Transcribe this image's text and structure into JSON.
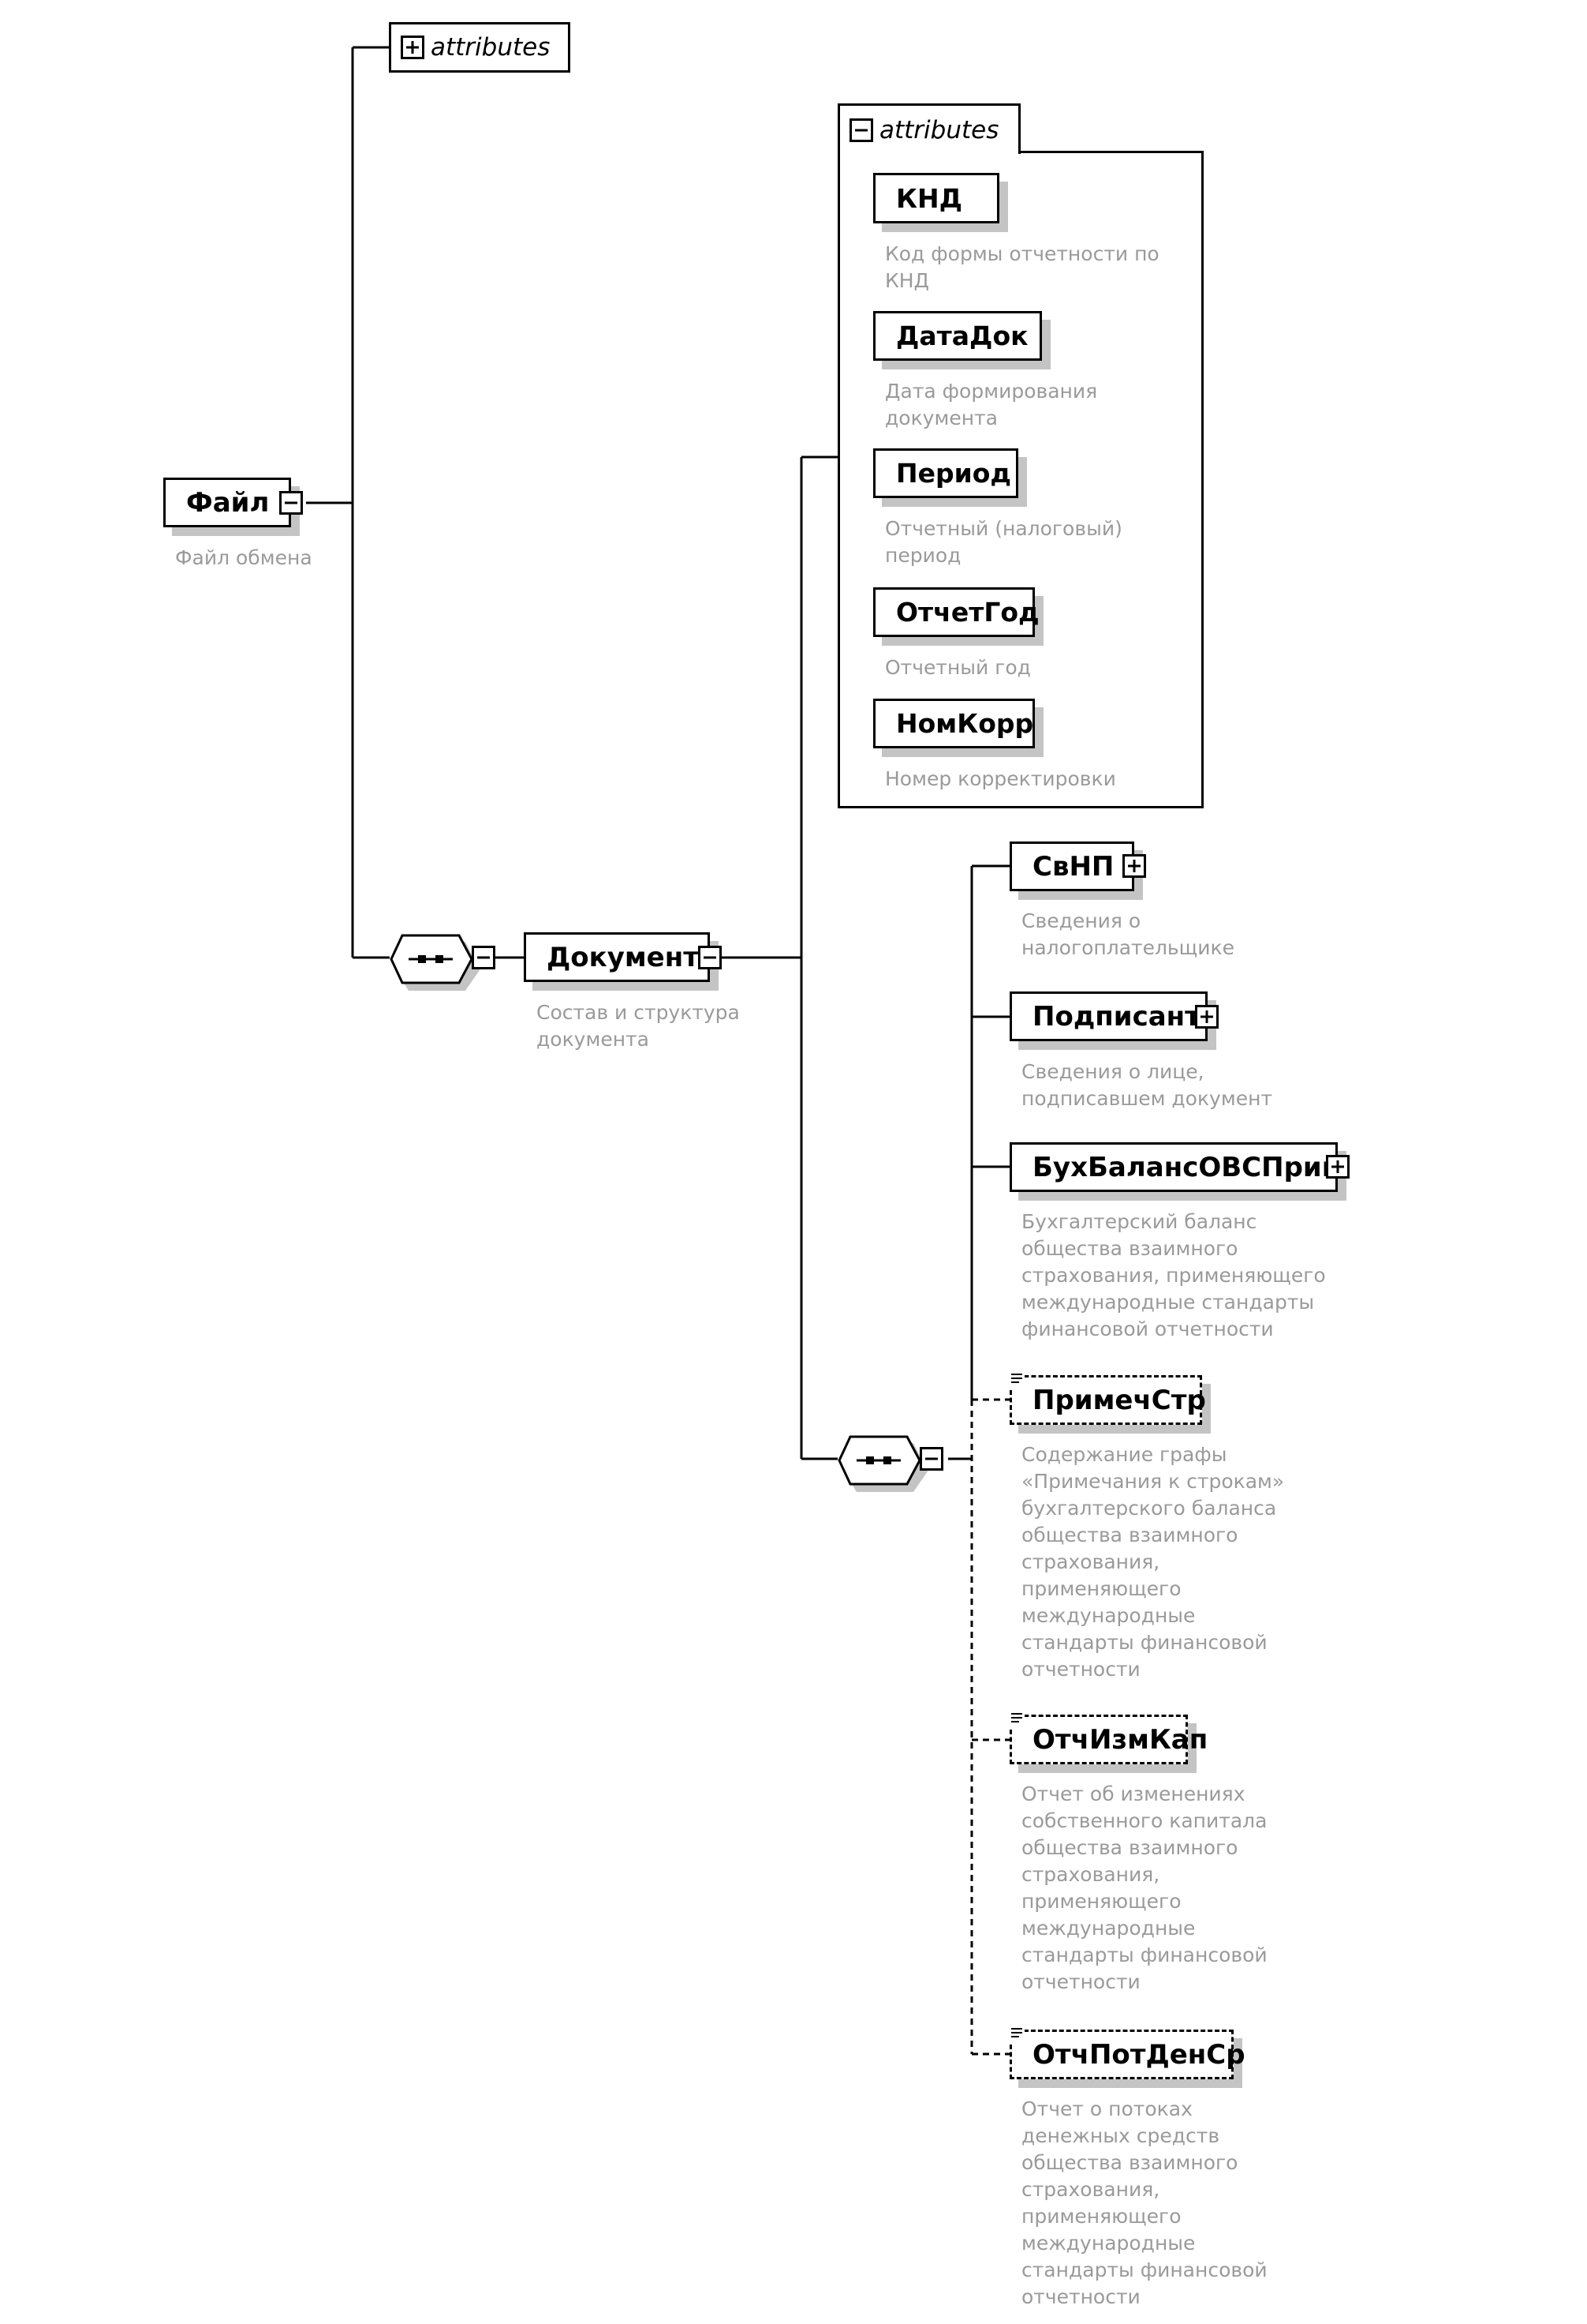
{
  "root": {
    "name": "Файл",
    "description": "Файл обмена"
  },
  "root_attributes": {
    "label": "attributes",
    "state": "collapsed"
  },
  "document": {
    "name": "Документ",
    "description": "Состав и структура\nдокумента"
  },
  "doc_attributes": {
    "label": "attributes",
    "state": "expanded",
    "items": [
      {
        "name": "КНД",
        "description": "Код формы отчетности по\nКНД"
      },
      {
        "name": "ДатаДок",
        "description": "Дата формирования\nдокумента"
      },
      {
        "name": "Период",
        "description": "Отчетный (налоговый)\nпериод"
      },
      {
        "name": "ОтчетГод",
        "description": "Отчетный год"
      },
      {
        "name": "НомКорр",
        "description": "Номер корректировки"
      }
    ]
  },
  "children": [
    {
      "name": "СвНП",
      "optional": false,
      "expandable": true,
      "description": "Сведения о\nналогоплательщике"
    },
    {
      "name": "Подписант",
      "optional": false,
      "expandable": true,
      "description": "Сведения о лице,\nподписавшем документ"
    },
    {
      "name": "БухБалансОВСПрим",
      "optional": false,
      "expandable": true,
      "description": "Бухгалтерский баланс\nобщества взаимного\nстрахования, применяющего\nмеждународные стандарты\nфинансовой отчетности"
    },
    {
      "name": "ПримечСтр",
      "optional": true,
      "expandable": false,
      "description": "Содержание графы\n«Примечания к строкам»\nбухгалтерского баланса\nобщества взаимного\nстрахования,\nприменяющего\nмеждународные\nстандарты финансовой\nотчетности"
    },
    {
      "name": "ОтчИзмКап",
      "optional": true,
      "expandable": false,
      "description": "Отчет об изменениях\nсобственного капитала\nобщества взаимного\nстрахования,\nприменяющего\nмеждународные\nстандарты финансовой\nотчетности"
    },
    {
      "name": "ОтчПотДенСр",
      "optional": true,
      "expandable": false,
      "description": "Отчет о потоках\nденежных средств\nобщества взаимного\nстрахования,\nприменяющего\nмеждународные\nстандарты финансовой\nотчетности"
    }
  ]
}
